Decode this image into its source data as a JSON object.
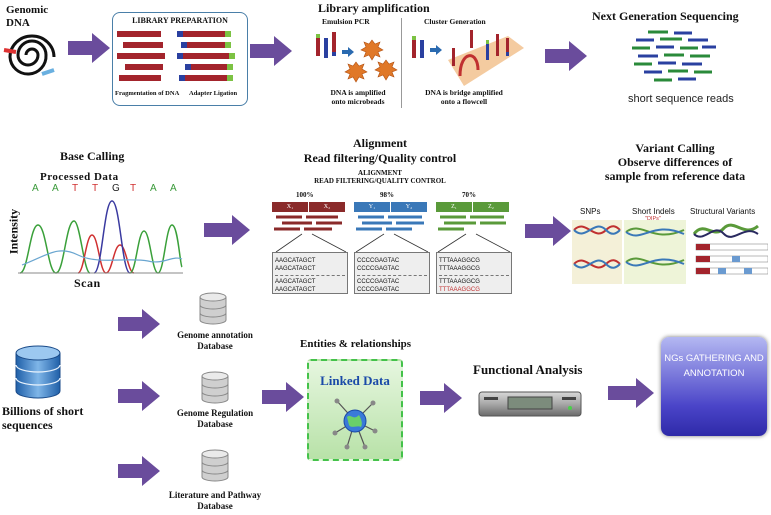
{
  "genomic": {
    "title_line1": "Genomic",
    "title_line2": "DNA"
  },
  "library_prep": {
    "title": "LIBRARY PREPARATION",
    "frag_label": "Fragmentation of DNA",
    "adapter_label": "Adapter Ligation"
  },
  "library_amp": {
    "title": "Library amplification",
    "emulsion_title": "Emulsion PCR",
    "cluster_title": "Cluster Generation",
    "emulsion_caption_1": "DNA is amplified",
    "emulsion_caption_2": "onto microbeads",
    "cluster_caption_1": "DNA is bridge amplified",
    "cluster_caption_2": "onto a flowcell"
  },
  "ngs": {
    "title": "Next Generation Sequencing",
    "caption": "short sequence reads"
  },
  "base_calling": {
    "title": "Base Calling",
    "processed": "Processed Data",
    "bases": [
      "A",
      "A",
      "T",
      "T",
      "G",
      "T",
      "A",
      "A"
    ],
    "ylabel": "Intensity",
    "xlabel": "Scan"
  },
  "alignment": {
    "title_1": "Alignment",
    "title_2": "Read filtering/Quality control",
    "inner_1": "ALIGNMENT",
    "inner_2": "READ FILTERING/QUALITY CONTROL",
    "percents": [
      "100%",
      "98%",
      "70%"
    ],
    "seg_labels": [
      "X₁",
      "X₂",
      "Y₁",
      "Y₂",
      "Z₁",
      "Z₂"
    ],
    "seq_rows": [
      [
        "AAGCATAGCT",
        "AAGCATAGCT"
      ],
      [
        "CCCCGAGTAC",
        "CCCCGAGTAC"
      ],
      [
        "TTTAAAGGCG",
        "TTTAAAGGCG"
      ]
    ]
  },
  "variant": {
    "title_1": "Variant Calling",
    "title_2": "Observe differences of",
    "title_3": "sample from reference data",
    "snps": "SNPs",
    "indels": "Short Indels",
    "dips": "\"DIPs\"",
    "structural": "Structural Variants"
  },
  "billions": {
    "line1": "Billions of short",
    "line2": "sequences"
  },
  "databases": [
    {
      "line1": "Genome annotation",
      "line2": "Database"
    },
    {
      "line1": "Genome Regulation",
      "line2": "Database"
    },
    {
      "line1": "Literature and Pathway",
      "line2": "Database"
    }
  ],
  "entities": {
    "title": "Entities & relationships",
    "linked_data": "Linked Data"
  },
  "functional": {
    "title": "Functional Analysis"
  },
  "final_box": {
    "line1": "NGs GATHERING AND",
    "line2": "ANNOTATION"
  },
  "colors": {
    "arrow": "#6a4c9c",
    "frame": "#4a7fa8",
    "box_grad_top": "#9aa0e8",
    "box_grad_bottom": "#3a36b8",
    "linked_border": "#44c24a"
  }
}
